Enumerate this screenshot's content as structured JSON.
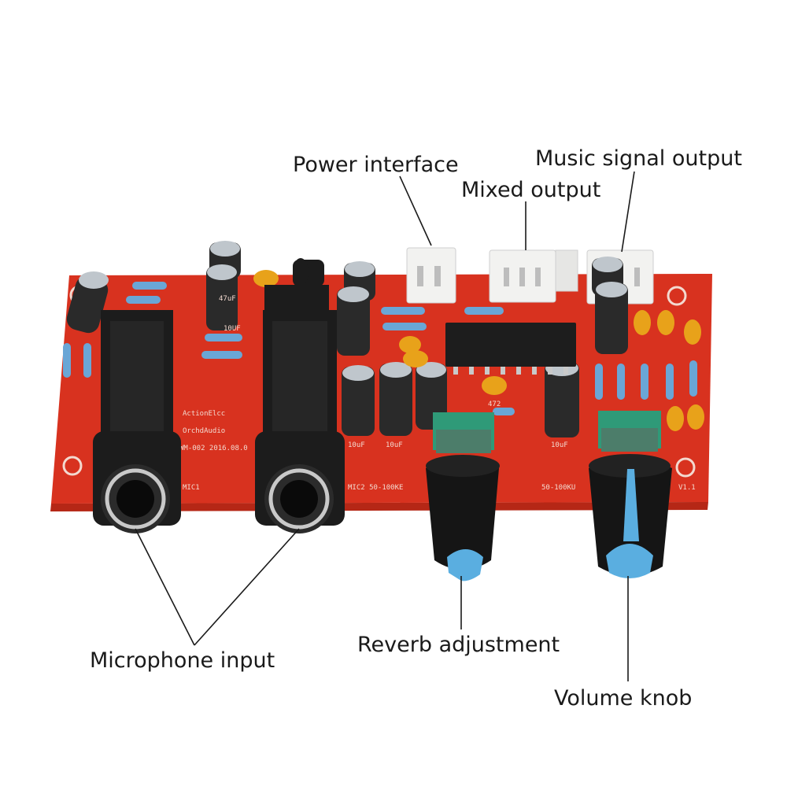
{
  "callouts": {
    "power_interface": "Power interface",
    "music_signal_output": "Music signal output",
    "mixed_output": "Mixed output",
    "reverb_adjustment": "Reverb adjustment",
    "microphone_input": "Microphone input",
    "volume_knob": "Volume knob"
  },
  "board_silkscreen": {
    "brand1": "ActionElcc",
    "brand2": "OrchdAudio",
    "model": "WM-002 2016.08.0",
    "mic1": "MIC1",
    "mic2": "MIC2 50-100KE",
    "pot2": "50-100KU",
    "version": "V1.1",
    "cap1": "10uF",
    "cap2": "10uF",
    "cap3": "10UF",
    "cap4": "10uF",
    "cap5": "47uF",
    "ic_mark": "472"
  },
  "colors": {
    "pcb": "#d8321f",
    "pcb_dark": "#b52716",
    "jack": "#1c1c1c",
    "knob_cap": "#5aaee0",
    "pot_base": "#2f9a78",
    "connector": "#f2f2f0",
    "capacitor": "#2a2a2a",
    "ceramic_cap": "#e8a21a",
    "resistor": "#6aa6d6"
  }
}
